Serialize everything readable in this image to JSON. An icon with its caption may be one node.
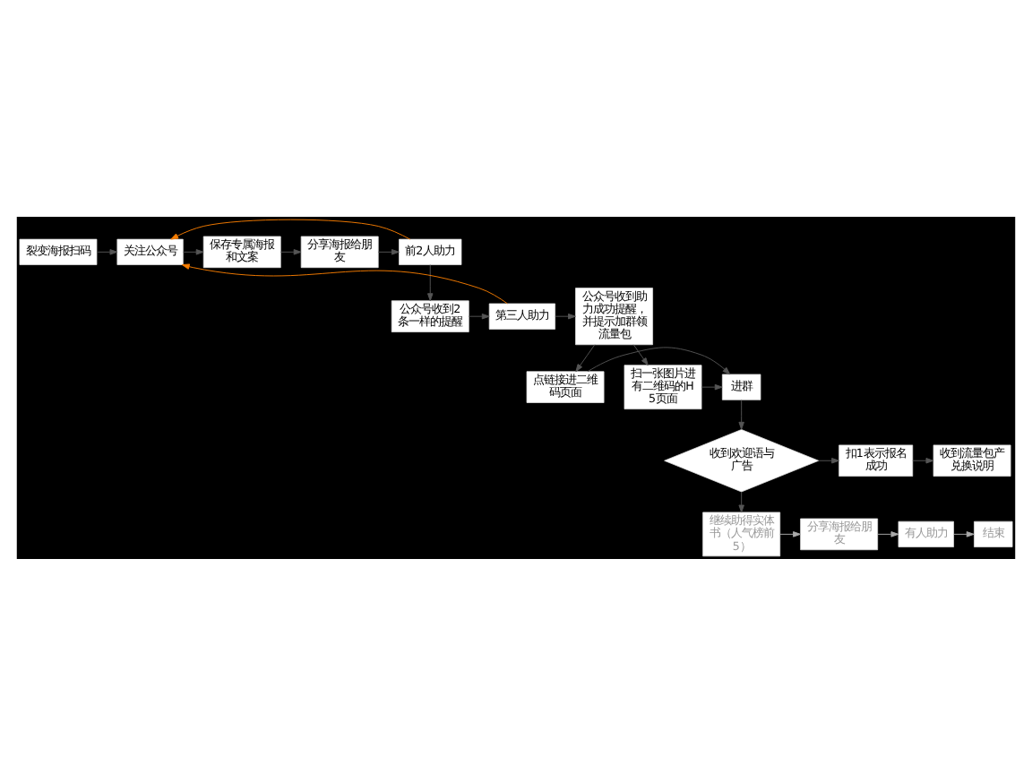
{
  "diagram": {
    "nodes": [
      {
        "text": [
          "裂变海报扫码"
        ]
      },
      {
        "text": [
          "关注公众号"
        ]
      },
      {
        "text": [
          "保存专属海报和文案"
        ]
      },
      {
        "text": [
          "分享海报给朋友"
        ]
      },
      {
        "text": [
          "前2人助力"
        ]
      },
      {
        "text": [
          "公众号收到2条一样的提醒"
        ]
      },
      {
        "text": [
          "第三人助力"
        ]
      },
      {
        "text": [
          "公众号收到助力成功提醒，并提示加群领流量包"
        ]
      },
      {
        "text": [
          "点链接进二维码页面"
        ]
      },
      {
        "text": [
          "扫一张图片进有二维码的H5页面"
        ]
      },
      {
        "text": [
          "进群"
        ]
      },
      {
        "text": [
          "收到欢迎语与广告"
        ]
      },
      {
        "text": [
          "扣1表示报名成功"
        ]
      },
      {
        "text": [
          "收到流量包产兑换说明"
        ]
      },
      {
        "text": [
          "继续助得实体书（人气榜前5）"
        ]
      },
      {
        "text": [
          "分享海报给朋友"
        ]
      },
      {
        "text": [
          "有人助力"
        ]
      },
      {
        "text": [
          "结束"
        ]
      }
    ],
    "edges": [
      {
        "from": 0,
        "to": 1,
        "arrow": "to"
      },
      {
        "from": 4,
        "to": 1,
        "arrow": "to",
        "color": "#f57c00"
      },
      {
        "from": 6,
        "to": 1,
        "arrow": "to",
        "color": "#f57c00"
      },
      {
        "from": 1,
        "to": 2,
        "arrow": "to"
      },
      {
        "from": 2,
        "to": 3,
        "arrow": "to"
      },
      {
        "from": 3,
        "to": 4,
        "arrow": "to"
      },
      {
        "from": 4,
        "to": 5,
        "arrow": "to"
      },
      {
        "from": 5,
        "to": 6,
        "arrow": "to"
      },
      {
        "from": 6,
        "to": 7,
        "arrow": "to"
      },
      {
        "from": 7,
        "to": 8,
        "arrow": "to"
      },
      {
        "from": 7,
        "to": 9,
        "arrow": "to"
      },
      {
        "from": 8,
        "to": 10,
        "arrow": "to"
      },
      {
        "from": 9,
        "to": 10,
        "arrow": "to"
      },
      {
        "from": 10,
        "to": 11,
        "arrow": "to"
      },
      {
        "from": 11,
        "to": 12,
        "arrow": "to"
      },
      {
        "from": 11,
        "to": 14,
        "arrow": "to"
      },
      {
        "from": 12,
        "to": 13,
        "arrow": "to"
      },
      {
        "from": 14,
        "to": 15,
        "arrow": "to",
        "color": "#aaaaaa"
      },
      {
        "from": 15,
        "to": 16,
        "arrow": "to",
        "color": "#aaaaaa"
      },
      {
        "from": 16,
        "to": 17,
        "arrow": "to",
        "color": "#aaaaaa"
      }
    ]
  }
}
